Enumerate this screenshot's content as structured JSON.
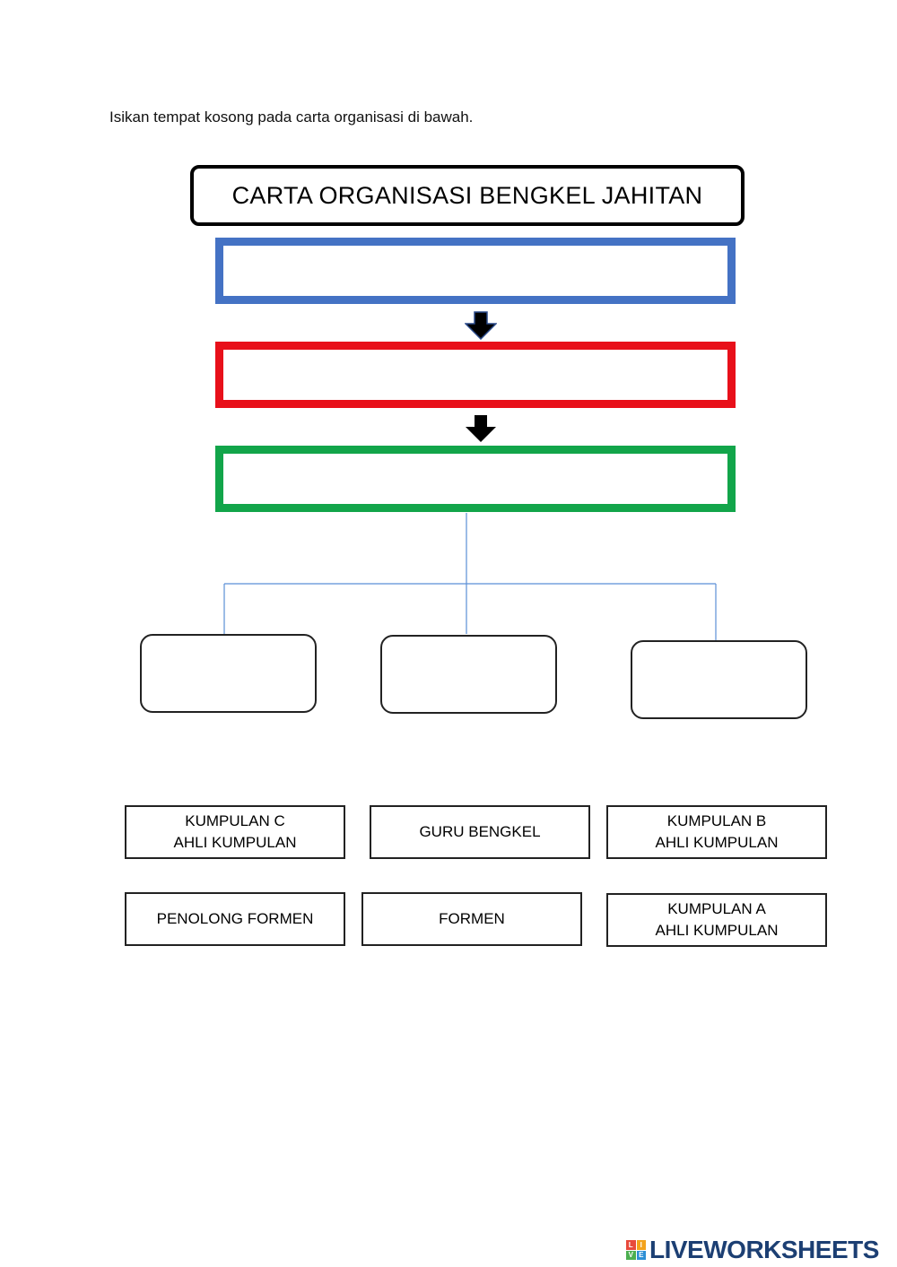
{
  "instruction": "Isikan tempat kosong pada carta organisasi di bawah.",
  "chart_title": "CARTA ORGANISASI BENGKEL JAHITAN",
  "colors": {
    "slot_top": "#4472c4",
    "slot_middle": "#e8101a",
    "slot_bottom": "#12a54a"
  },
  "icons": {
    "arrow": "arrow-down-icon"
  },
  "answer_labels": [
    {
      "line1": "KUMPULAN C",
      "line2": "AHLI KUMPULAN"
    },
    {
      "line1": "GURU BENGKEL",
      "line2": ""
    },
    {
      "line1": "KUMPULAN B",
      "line2": "AHLI KUMPULAN"
    },
    {
      "line1": "PENOLONG FORMEN",
      "line2": ""
    },
    {
      "line1": "FORMEN",
      "line2": ""
    },
    {
      "line1": "KUMPULAN A",
      "line2": "AHLI KUMPULAN"
    }
  ],
  "brand": {
    "logo_letters": [
      "L",
      "I",
      "V",
      "E"
    ],
    "text": "LIVEWORKSHEETS"
  }
}
